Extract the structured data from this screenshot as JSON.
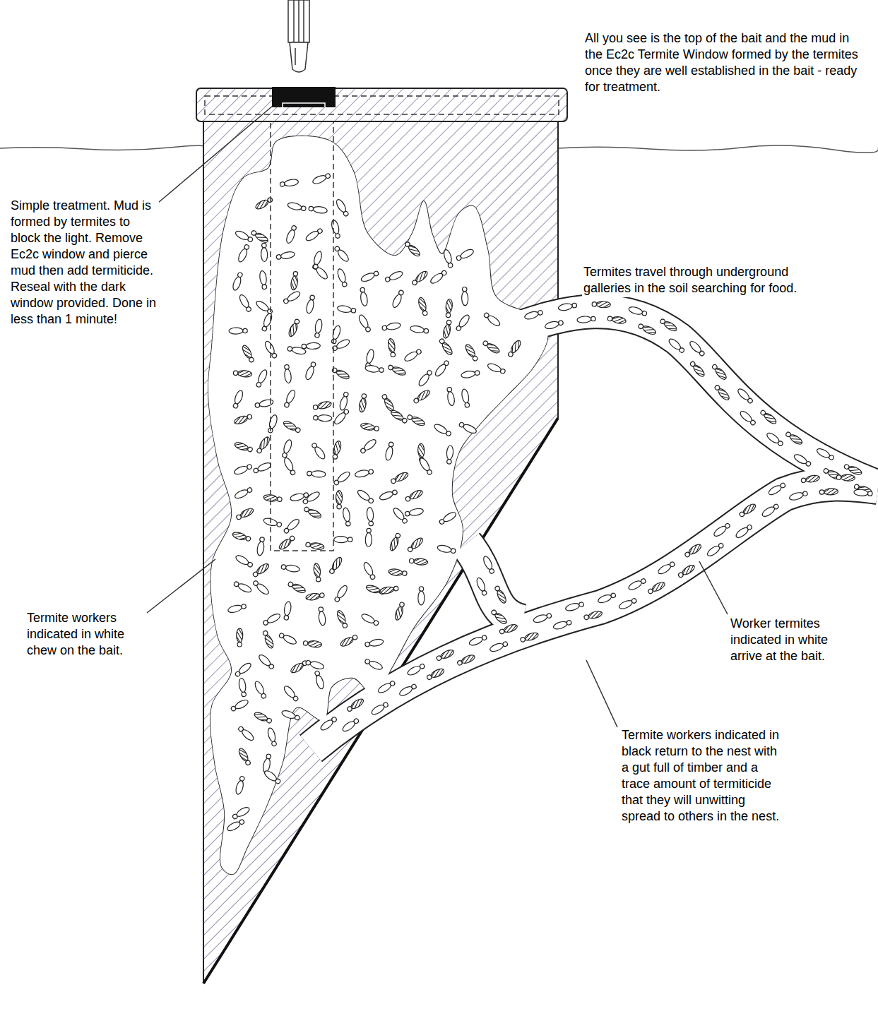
{
  "diagram": {
    "labels": [
      "All you see is the top of the bait and the mud in the Ec2c Termite Window formed by the termites once they are well established in the bait - ready for treatment.",
      "Simple treatment. Mud is formed by termites to block the light. Remove Ec2c window and pierce mud then add termiticide. Reseal with the dark window provided. Done in less than 1 minute!",
      "Termites travel through underground galleries in the soil searching for food.",
      "Termite workers indicated in white chew on the bait.",
      "Worker termites indicated in white arrive at the bait.",
      "Termite workers indicated in black return to the nest with a gut full of timber and a trace amount of termiticide that they will unwitting spread to others in the nest."
    ]
  }
}
